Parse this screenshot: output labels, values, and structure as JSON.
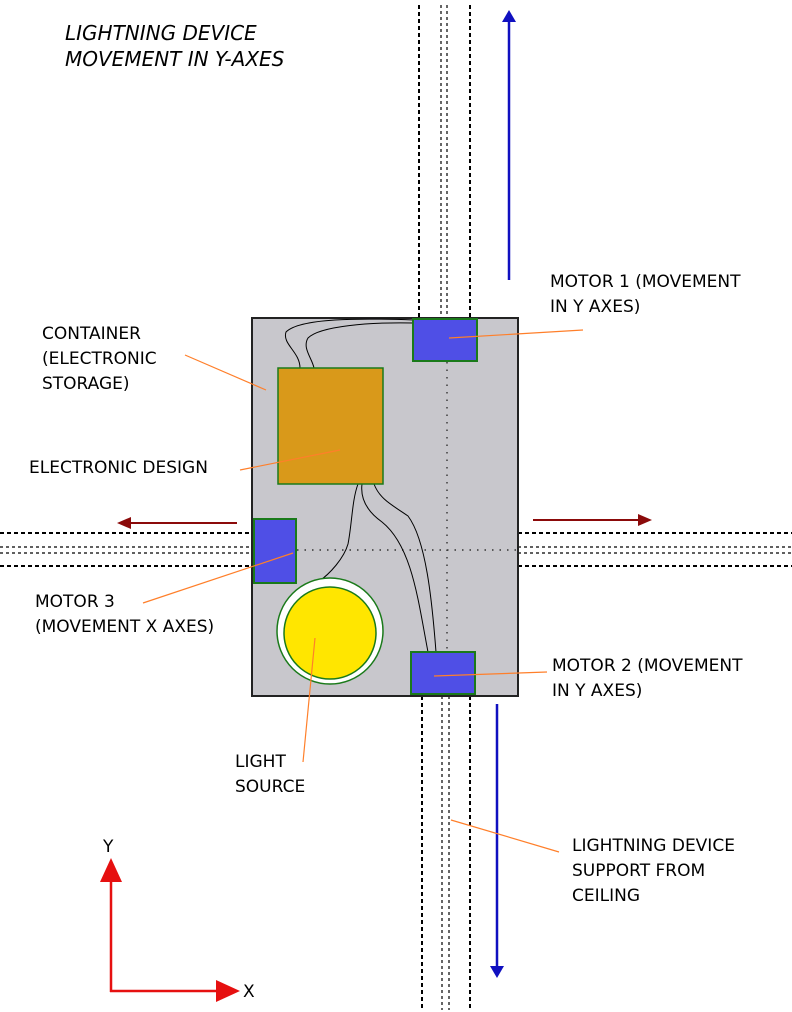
{
  "title": {
    "line1": "LIGHTNING DEVICE",
    "line2": "MOVEMENT IN Y-AXES"
  },
  "labels": {
    "motor1": {
      "line1": "MOTOR 1 (MOVEMENT",
      "line2": "IN Y AXES)"
    },
    "motor2": {
      "line1": "MOTOR 2 (MOVEMENT",
      "line2": "IN Y AXES)"
    },
    "motor3": {
      "line1": "MOTOR 3",
      "line2": "(MOVEMENT X AXES)"
    },
    "container": {
      "line1": "CONTAINER",
      "line2": "(ELECTRONIC",
      "line3": "STORAGE)"
    },
    "electronic_design": "ELECTRONIC DESIGN",
    "light_source": {
      "line1": "LIGHT",
      "line2": "SOURCE"
    },
    "support": {
      "line1": "LIGHTNING DEVICE",
      "line2": "SUPPORT FROM",
      "line3": "CEILING"
    }
  },
  "axes": {
    "x_label": "X",
    "y_label": "Y"
  },
  "colors": {
    "container_fill": "#c8c7cc",
    "electronics_fill": "#d9991a",
    "motor_fill": "#4f4fe6",
    "motor_stroke": "#1a7a1a",
    "light_fill": "#ffe600",
    "y_arrow": "#1010c0",
    "x_arrow": "#8b0a0a",
    "axis_arrow": "#e61010",
    "leader": "#ff7f2a"
  }
}
